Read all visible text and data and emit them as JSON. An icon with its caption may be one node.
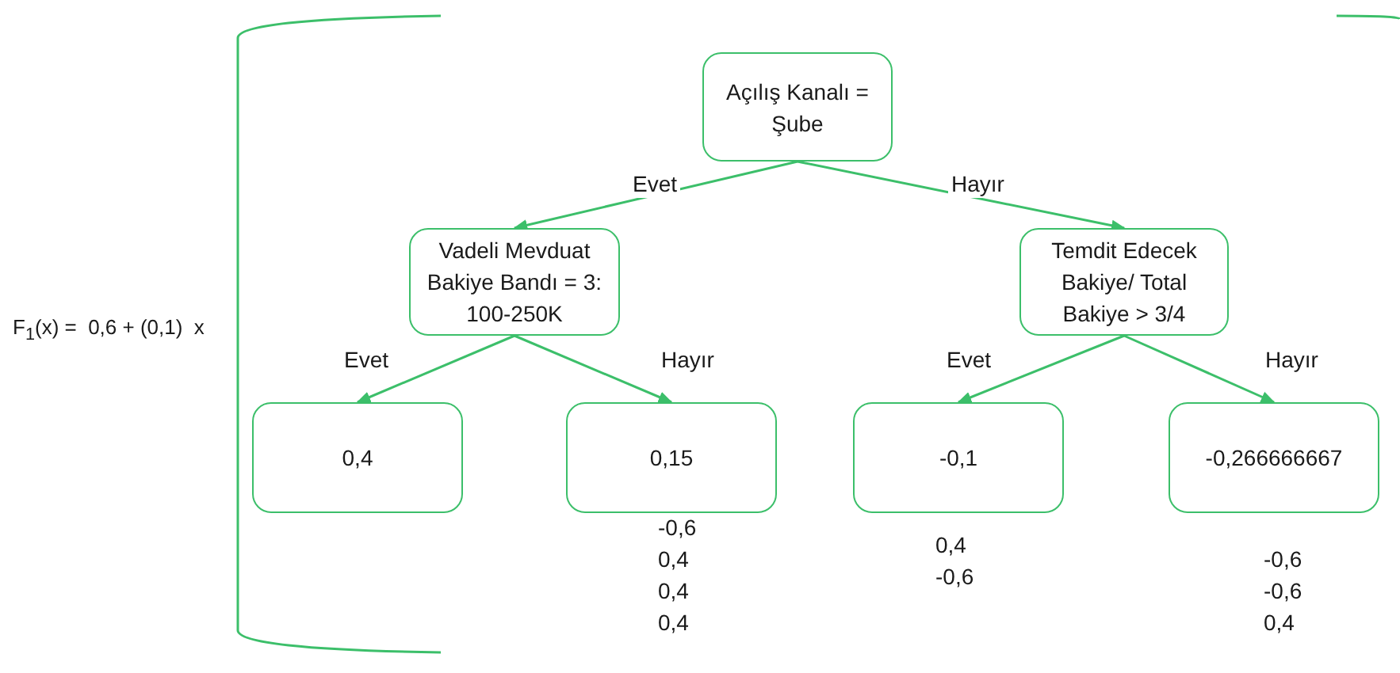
{
  "diagram": {
    "nodes": [
      {
        "text": [
          "Açılış Kanalı = Şube"
        ]
      },
      {
        "text": [
          "Vadeli Mevduat Bakiye Bandı = 3: 100-250K"
        ]
      },
      {
        "text": [
          "Temdit Edecek Bakiye/ Total Bakiye > 3/4"
        ]
      },
      {
        "text": [
          "0,4"
        ]
      },
      {
        "text": [
          "0,15"
        ],
        "beside": [
          "-0,6",
          "0,4",
          "0,4",
          "0,4"
        ]
      },
      {
        "text": [
          "-0,1"
        ],
        "beside": [
          "0,4",
          "-0,6"
        ]
      },
      {
        "text": [
          "-0,266666667"
        ],
        "beside": [
          "-0,6",
          "-0,6",
          "0,4"
        ]
      }
    ],
    "edges": [
      {
        "from": 0,
        "to": 1,
        "arrow": "to",
        "label": "Evet"
      },
      {
        "from": 0,
        "to": 2,
        "arrow": "to",
        "label": "Hayır"
      },
      {
        "from": 1,
        "to": 3,
        "arrow": "to",
        "label": "Evet"
      },
      {
        "from": 1,
        "to": 4,
        "arrow": "to",
        "label": "Hayır"
      },
      {
        "from": 2,
        "to": 5,
        "arrow": "to",
        "label": "Evet"
      },
      {
        "from": 2,
        "to": 6,
        "arrow": "to",
        "label": "Hayır"
      }
    ],
    "labels": [
      "F$_{1}$(x) =  0,6 + (0,1)  x"
    ]
  }
}
